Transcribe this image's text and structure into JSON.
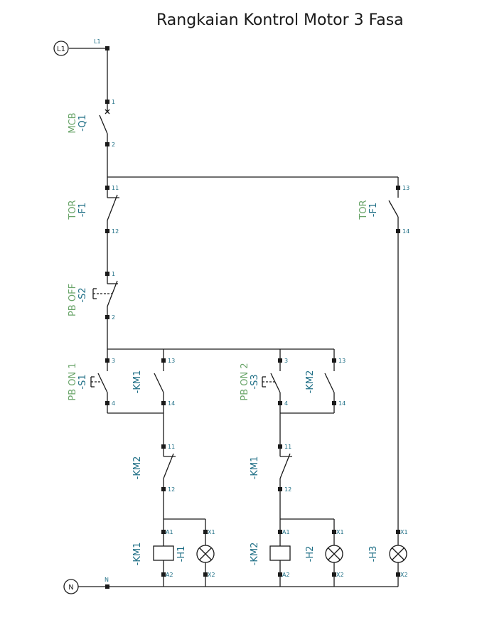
{
  "title": "Rangkaian Kontrol Motor 3 Fasa",
  "terminals": {
    "line": "L1",
    "neutral": "N"
  },
  "pins": {
    "l1": "L1",
    "n": "N",
    "q1_top": "1",
    "q1_bot": "2",
    "f1nc_top": "11",
    "f1nc_bot": "12",
    "f1no_top": "13",
    "f1no_bot": "14",
    "s2_top": "1",
    "s2_bot": "2",
    "s1_top": "3",
    "s1_bot": "4",
    "km1no_top": "13",
    "km1no_bot": "14",
    "s3_top": "3",
    "s3_bot": "4",
    "km2no_top": "13",
    "km2no_bot": "14",
    "km2nc_top": "11",
    "km2nc_bot": "12",
    "km1nc_top": "11",
    "km1nc_bot": "12",
    "coil1_top": "A1",
    "coil1_bot": "A2",
    "h1_top": "X1",
    "h1_bot": "X2",
    "coil2_top": "A1",
    "coil2_bot": "A2",
    "h2_top": "X1",
    "h2_bot": "X2",
    "h3_top": "X1",
    "h3_bot": "X2"
  },
  "labels": {
    "q1_func": "MCB",
    "q1_tag": "-Q1",
    "f1a_func": "TOR",
    "f1a_tag": "-F1",
    "f1b_func": "TOR",
    "f1b_tag": "-F1",
    "s2_func": "PB OFF",
    "s2_tag": "-S2",
    "s1_func": "PB ON 1",
    "s1_tag": "-S1",
    "km1_no_tag": "-KM1",
    "s3_func": "PB ON 2",
    "s3_tag": "-S3",
    "km2_no_tag": "-KM2",
    "km2_nc_tag": "-KM2",
    "km1_nc_tag": "-KM1",
    "km1_coil_tag": "-KM1",
    "h1_tag": "-H1",
    "km2_coil_tag": "-KM2",
    "h2_tag": "-H2",
    "h3_tag": "-H3"
  },
  "colors": {
    "wire": "#1a1a1a",
    "tag": "#1f6f86",
    "function": "#6aa56a"
  }
}
